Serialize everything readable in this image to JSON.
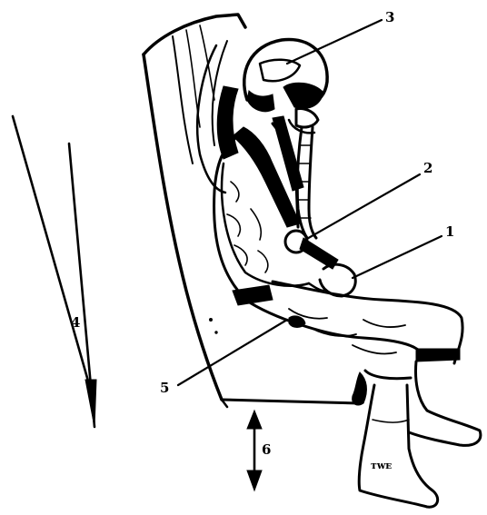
{
  "figure": {
    "labels": {
      "l1": "1",
      "l2": "2",
      "l3": "3",
      "l4": "4",
      "l5": "5",
      "l6": "6"
    },
    "boot_marking": "ᴛᴡᴇ"
  }
}
